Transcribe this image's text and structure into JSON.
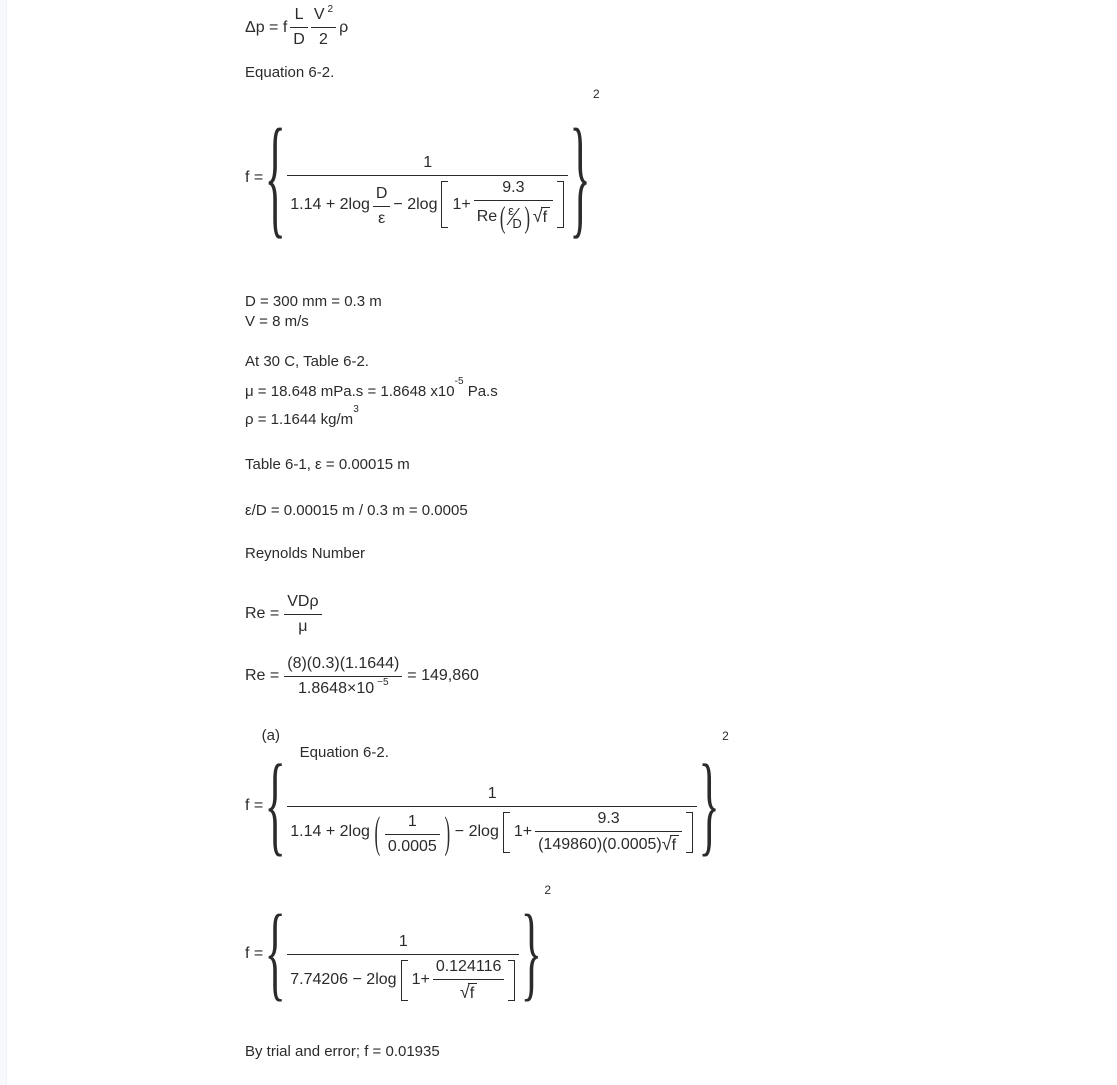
{
  "colors": {
    "page_bg": "#ffffff",
    "text": "#2b2b2b",
    "edge_strip": "#f7f9fc"
  },
  "delims": {
    "lbrace": "{",
    "rbrace": "}",
    "lparen": "(",
    "rparen": ")"
  },
  "pressure_eq": {
    "lhs": "Δp = f",
    "frac1_num": "L",
    "frac1_den": "D",
    "frac2_num": "V",
    "frac2_sup": "2",
    "frac2_den": "2",
    "rhs": "ρ"
  },
  "caption_eq62": "Equation 6-2.",
  "friction_eq_general": {
    "lhs": "f =",
    "numerator": "1",
    "den_term1": "1.14 + 2log",
    "dfrac_num": "D",
    "dfrac_den": "ε",
    "den_term2": "− 2log",
    "bracket_pre": "1+",
    "inner_num": "9.3",
    "inner_den_pre": "Re",
    "eps": "ε",
    "slash": "∕",
    "dee": "D",
    "sqrt_sym": "√",
    "sqrt_arg": "f",
    "outer_sup": "2"
  },
  "given": {
    "d_line": "D = 300 mm = 0.3 m",
    "v_line": "V = 8 m/s"
  },
  "properties": {
    "header": "At 30 C, Table 6-2.",
    "mu_pre": "μ = 18.648 mPa.s = 1.8648 x10",
    "mu_sup": "-5",
    "mu_post": " Pa.s",
    "rho_pre": "ρ = 1.1644 kg/m",
    "rho_sup": "3"
  },
  "roughness_line": "Table 6-1, ε = 0.00015 m",
  "rel_roughness_line": "ε/D = 0.00015 m / 0.3 m = 0.0005",
  "reynolds_header": "Reynolds Number",
  "re_def": {
    "lhs": "Re =",
    "num": "VDρ",
    "den": "μ"
  },
  "re_calc": {
    "lhs": "Re =",
    "num": "(8)(0.3)(1.1644)",
    "den_pre": "1.8648×10",
    "den_sup": "−5",
    "result": "= 149,860"
  },
  "part_a": {
    "label": "(a)",
    "caption": "Equation 6-2."
  },
  "friction_eq_numeric": {
    "lhs": "f =",
    "numerator": "1",
    "den_term1": "1.14 + 2log",
    "pfrac_num": "1",
    "pfrac_den": "0.0005",
    "den_term2": "− 2log",
    "bracket_pre": "1+",
    "inner_num": "9.3",
    "inner_den_pre": "(149860)(0.0005)",
    "sqrt_sym": "√",
    "sqrt_arg": "f",
    "outer_sup": "2"
  },
  "friction_eq_reduced": {
    "lhs": "f =",
    "numerator": "1",
    "den_term1": "7.74206 − 2log",
    "bracket_pre": "1+",
    "inner_num": "0.124116",
    "sqrt_sym": "√",
    "sqrt_arg": "f",
    "outer_sup": "2"
  },
  "conclusion_line": "By trial and error; f = 0.01935"
}
